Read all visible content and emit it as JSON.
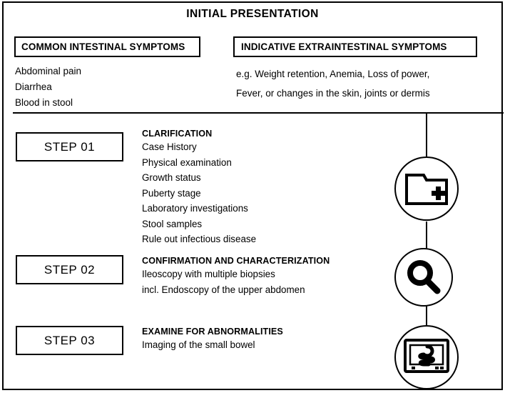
{
  "header": {
    "title": "INITIAL PRESENTATION",
    "columns": [
      {
        "box_label": "COMMON INTESTINAL SYMPTOMS",
        "items": [
          "Abdominal pain",
          "Diarrhea",
          "Blood in stool"
        ]
      },
      {
        "box_label": "INDICATIVE EXTRAINTESTINAL SYMPTOMS",
        "items": [
          "e.g. Weight retention, Anemia, Loss of power,",
          "Fever, or changes in the skin, joints or dermis"
        ]
      }
    ]
  },
  "steps": [
    {
      "label": "STEP 01",
      "heading": "CLARIFICATION",
      "items": [
        "Case History",
        "Physical examination",
        "Growth status",
        "Puberty stage",
        "Laboratory investigations",
        "Stool samples",
        "Rule out infectious disease"
      ],
      "icon": "medical-folder-icon"
    },
    {
      "label": "STEP 02",
      "heading": "CONFIRMATION AND CHARACTERIZATION",
      "items": [
        "Ileoscopy with multiple biopsies",
        "incl. Endoscopy of the upper abdomen"
      ],
      "icon": "magnifying-glass-icon"
    },
    {
      "label": "STEP 03",
      "heading": "EXAMINE FOR ABNORMALITIES",
      "items": [
        "Imaging of the small bowel"
      ],
      "icon": "bowel-monitor-icon"
    }
  ],
  "colors": {
    "stroke": "#000000",
    "background": "#ffffff"
  }
}
